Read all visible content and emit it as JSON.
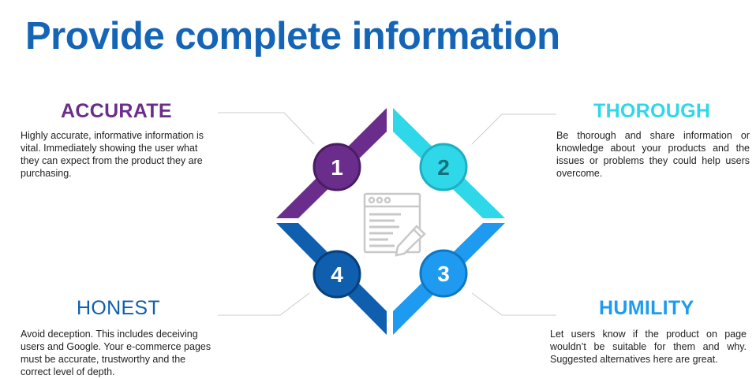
{
  "title": "Provide complete information",
  "colors": {
    "title": "#1565B6",
    "accurate": "#6B2D8B",
    "thorough": "#2ED8E8",
    "humility": "#1E9BF0",
    "honest": "#0F5FAE",
    "connector": "#cccccc",
    "icon": "#c8c8c8"
  },
  "center_icon": "document-edit-icon",
  "steps": [
    {
      "number": "1",
      "heading": "ACCURATE",
      "text": "Highly accurate, informative information is vital. Immediately showing the user what they can expect from the product they are purchasing."
    },
    {
      "number": "2",
      "heading": "THOROUGH",
      "text": "Be thorough and share information or knowledge about your products and the issues or problems they could help users overcome."
    },
    {
      "number": "3",
      "heading": "HUMILITY",
      "text": "Let users know if the product on page wouldn’t be suitable for them and why. Suggested alternatives here are great."
    },
    {
      "number": "4",
      "heading": "HONEST",
      "text": "Avoid deception. This includes deceiving users and Google. Your e-commerce pages must be accurate, trustworthy and the correct level of depth."
    }
  ]
}
